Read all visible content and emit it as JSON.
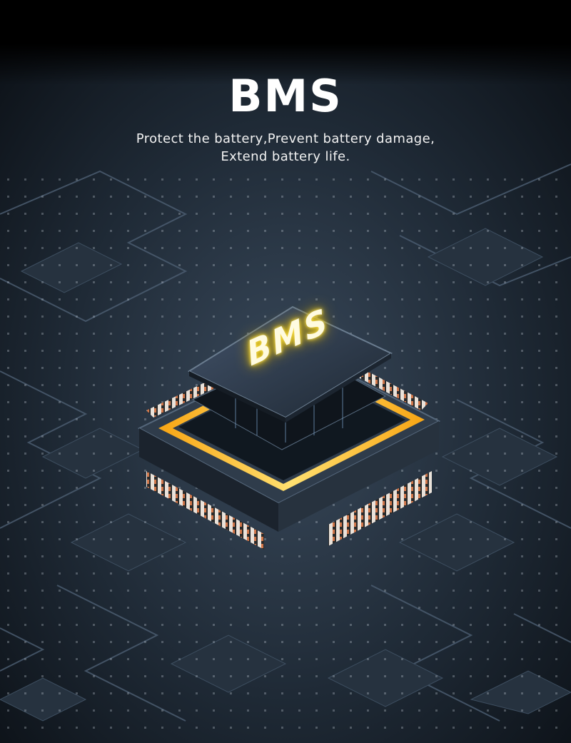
{
  "banner": {
    "title": "BMS",
    "tagline_line1": "Protect the battery,Prevent battery damage,",
    "tagline_line2": "Extend battery life.",
    "chip_label": "BMS"
  },
  "colors": {
    "background": "#000000",
    "board": "#1f2a36",
    "chip_glow": "#f5b71a",
    "text": "#ffffff"
  },
  "icons": [
    "circuit-board-illustration",
    "bms-chip-icon"
  ]
}
